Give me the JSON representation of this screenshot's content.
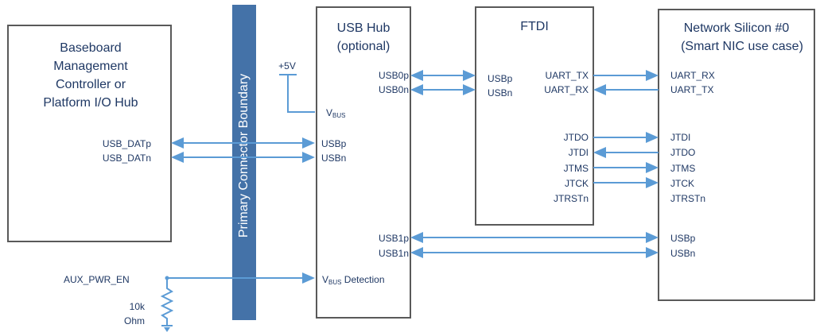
{
  "blocks": {
    "bmc": {
      "title_lines": [
        "Baseboard",
        "Management",
        "Controller or",
        "Platform I/O Hub"
      ]
    },
    "boundary": {
      "label": "Primary Connector Boundary"
    },
    "hub": {
      "title_lines": [
        "USB Hub",
        "(optional)"
      ]
    },
    "ftdi": {
      "title_lines": [
        "FTDI"
      ]
    },
    "nic": {
      "title_lines": [
        "Network Silicon #0",
        "(Smart NIC use case)"
      ]
    }
  },
  "bmc_signals": [
    "USB_DATp",
    "USB_DATn"
  ],
  "aux": {
    "net": "AUX_PWR_EN",
    "resistor_lines": [
      "10k",
      "Ohm"
    ]
  },
  "supply": {
    "label": "+5V"
  },
  "hub_signals": {
    "vbus_main": "V",
    "vbus_sub": "BUS",
    "usbp": "USBp",
    "usbn": "USBn",
    "usb0p": "USB0p",
    "usb0n": "USB0n",
    "usb1p": "USB1p",
    "usb1n": "USB1n",
    "vbus_det_sub": "BUS",
    "vbus_det_rest": " Detection"
  },
  "ftdi_signals": {
    "usbp": "USBp",
    "usbn": "USBn",
    "uart_tx": "UART_TX",
    "uart_rx": "UART_RX",
    "jtdo": "JTDO",
    "jtdi": "JTDI",
    "jtms": "JTMS",
    "jtck": "JTCK",
    "jtrstn": "JTRSTn"
  },
  "nic_signals": {
    "uart_rx": "UART_RX",
    "uart_tx": "UART_TX",
    "jtdi": "JTDI",
    "jtdo": "JTDO",
    "jtms": "JTMS",
    "jtck": "JTCK",
    "jtrstn": "JTRSTn",
    "usbp": "USBp",
    "usbn": "USBn"
  },
  "colors": {
    "wire": "#5b9bd5",
    "boundary": "#4472a8",
    "text": "#1f3864",
    "box_border": "#595959"
  }
}
